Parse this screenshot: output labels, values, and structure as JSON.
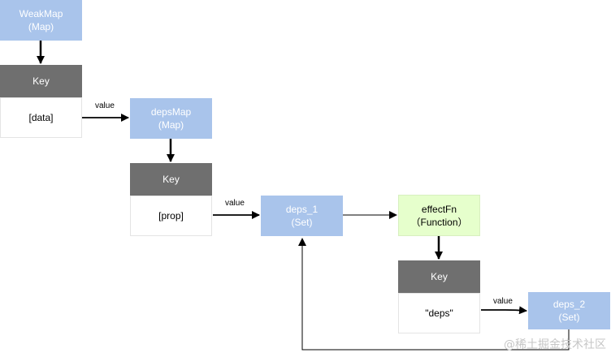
{
  "nodes": {
    "weakmap": {
      "title": "WeakMap",
      "subtitle": "(Map)"
    },
    "key1": "Key",
    "data_cell": "[data]",
    "depsmap": {
      "title": "depsMap",
      "subtitle": "(Map)"
    },
    "key2": "Key",
    "prop_cell": "[prop]",
    "deps1": {
      "title": "deps_1",
      "subtitle": "(Set)"
    },
    "effectfn": {
      "title": "effectFn",
      "subtitle": "（Function）"
    },
    "key3": "Key",
    "deps_cell": "\"deps\"",
    "deps2": {
      "title": "deps_2",
      "subtitle": "(Set)"
    }
  },
  "edge_labels": {
    "data_to_depsmap": "value",
    "prop_to_deps1": "value",
    "deps_to_deps2": "value"
  },
  "colors": {
    "map_set": "#a9c4eb",
    "function": "#e6ffcc",
    "key": "#6f6f6f",
    "edge": "#000000"
  },
  "watermark": "@稀土掘金技术社区"
}
